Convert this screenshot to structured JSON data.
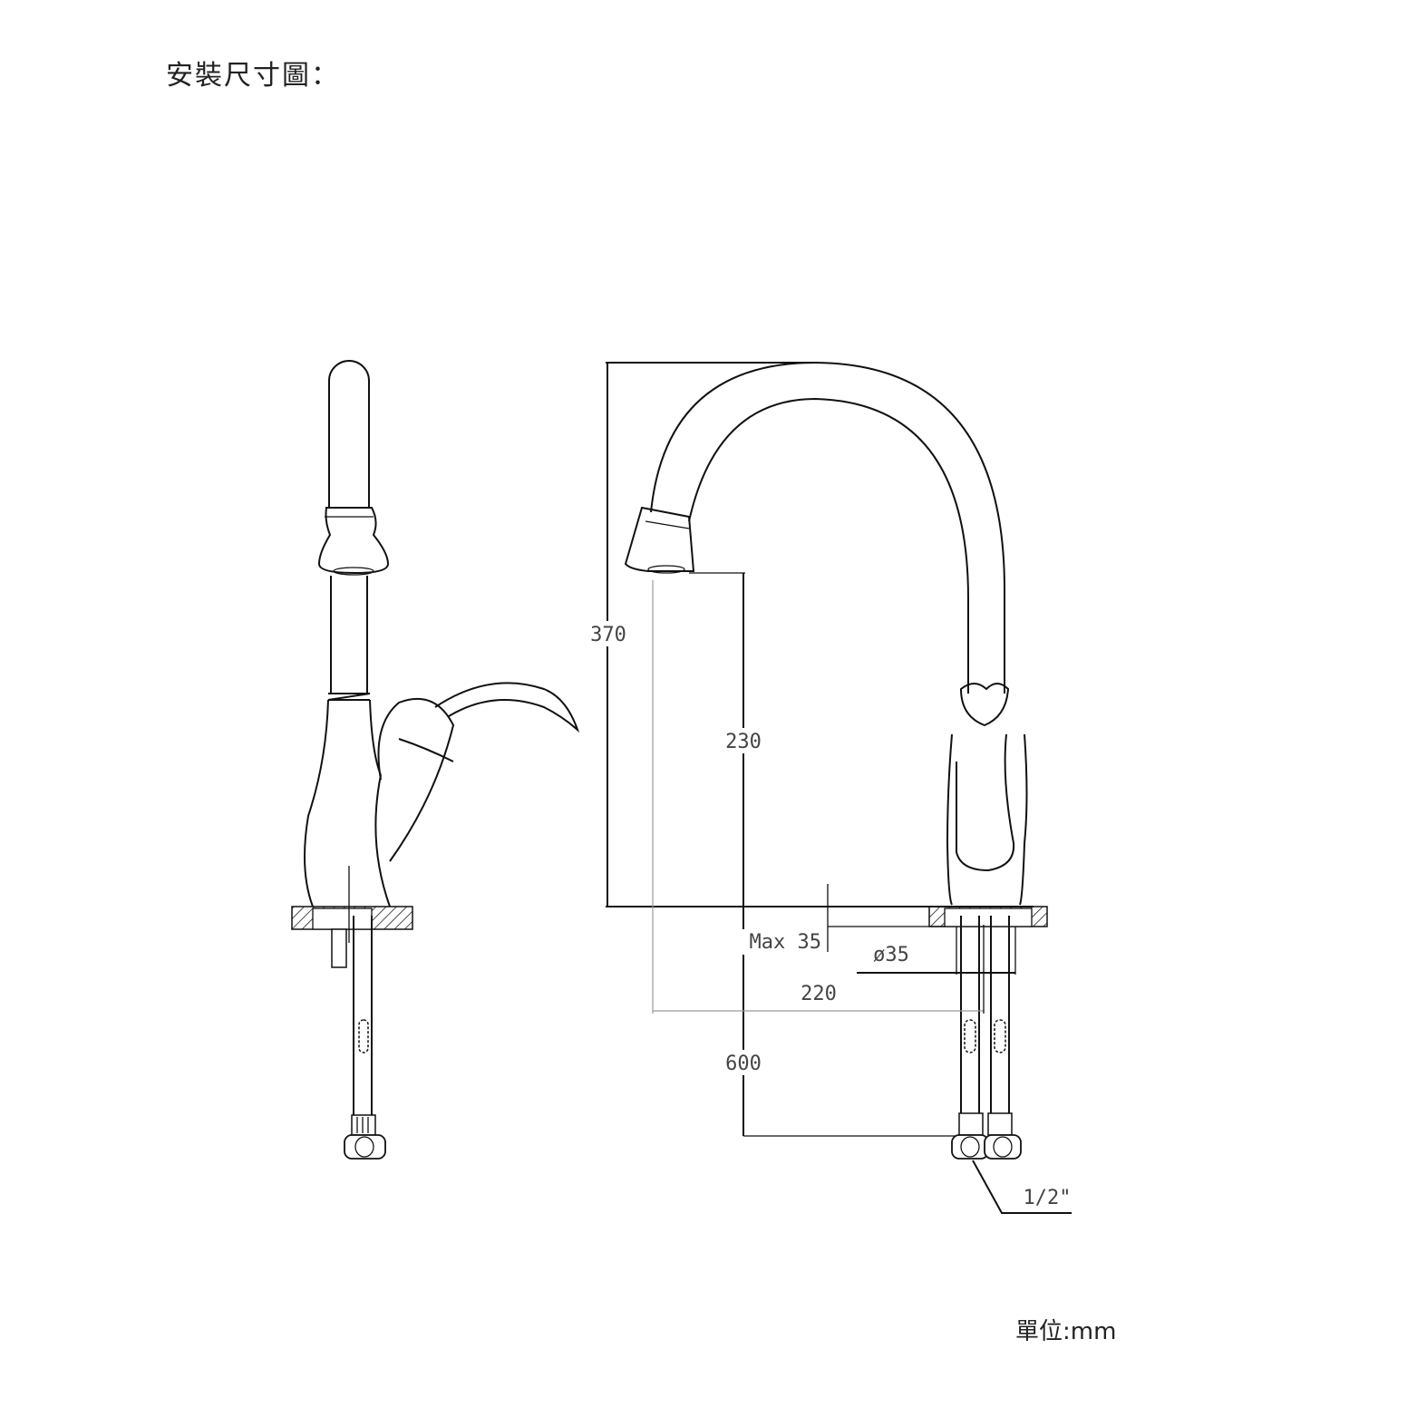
{
  "title": "安裝尺寸圖：",
  "unit_label": "單位:mm",
  "dimensions": {
    "total_height": "370",
    "spout_height": "230",
    "max_deck_thickness": "Max 35",
    "hole_diameter": "ø35",
    "spout_reach": "220",
    "hose_length": "600",
    "thread_size": "1/2\""
  }
}
